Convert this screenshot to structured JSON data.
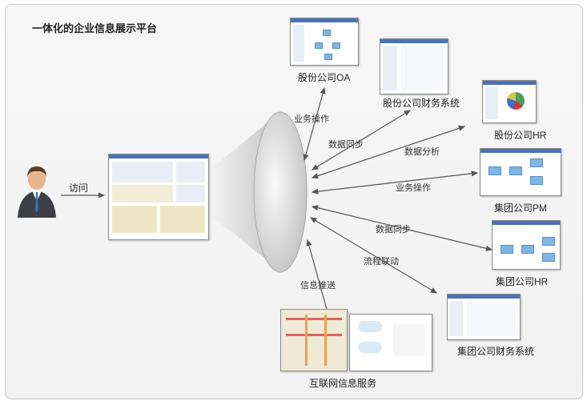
{
  "title": "一体化的企业信息展示平台",
  "user": {
    "action_label": "访问"
  },
  "systems": {
    "oa": "股份公司OA",
    "finance": "股份公司财务系统",
    "hr": "股份公司HR",
    "group_pm": "集团公司PM",
    "group_hr": "集团公司HR",
    "group_finance": "集团公司财务系统",
    "internet": "互联网信息服务"
  },
  "edges": {
    "oa": "业务操作",
    "finance": "数据同步",
    "hr": "数据分析",
    "group_pm": "业务操作",
    "group_hr": "数据同步",
    "group_finance": "流程联动",
    "internet": "信息推送"
  },
  "colors": {
    "arrow": "#555555",
    "accent": "#4b72b8",
    "lens": "#d9d9d9"
  }
}
